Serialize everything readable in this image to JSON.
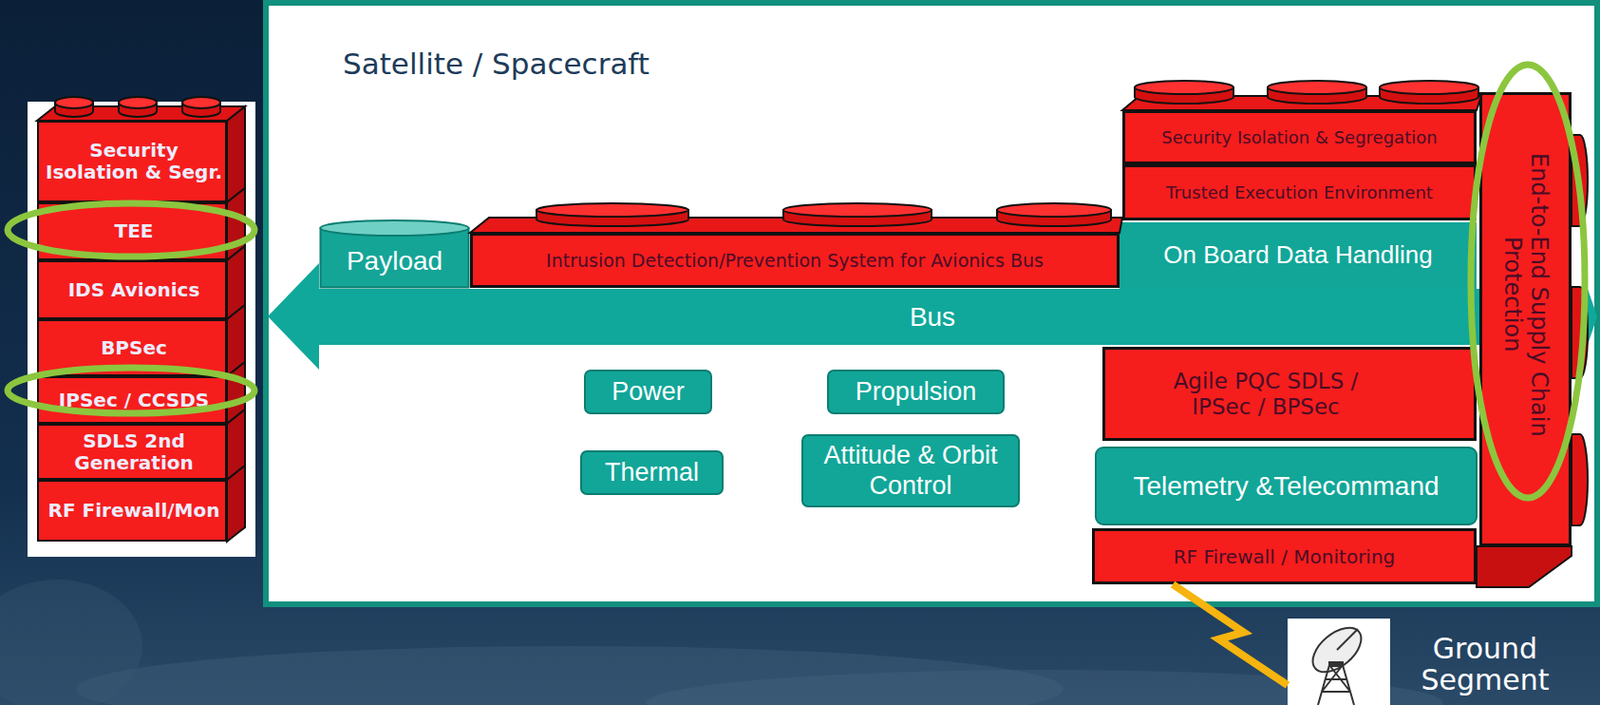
{
  "diagram": {
    "nodes": [
      {
        "text": [
          "Security Isolation & Segr."
        ]
      },
      {
        "text": [
          "TEE"
        ]
      },
      {
        "text": [
          "IDS Avionics"
        ]
      },
      {
        "text": [
          "BPSec"
        ]
      },
      {
        "text": [
          "IPSec / CCSDS"
        ]
      },
      {
        "text": [
          "SDLS 2nd Generation"
        ]
      },
      {
        "text": [
          "RF Firewall/Mon"
        ]
      },
      {
        "text": [
          "Satellite / Spacecraft"
        ]
      },
      {
        "text": [
          "Payload"
        ],
        "in": 7
      },
      {
        "text": [
          "Intrusion Detection/Prevention System for Avionics Bus"
        ],
        "in": 7
      },
      {
        "text": [
          "Security Isolation & Segregation"
        ],
        "in": 7
      },
      {
        "text": [
          "Trusted Execution Environment"
        ],
        "in": 7
      },
      {
        "text": [
          "On Board Data Handling"
        ],
        "in": 7
      },
      {
        "text": [
          "End-to-End Supply Chain Protection"
        ],
        "in": 7
      },
      {
        "text": [
          "Bus"
        ],
        "in": 7
      },
      {
        "text": [
          "Power"
        ],
        "in": 7
      },
      {
        "text": [
          "Propulsion"
        ],
        "in": 7
      },
      {
        "text": [
          "Thermal"
        ],
        "in": 7
      },
      {
        "text": [
          "Attitude & Orbit Control"
        ],
        "in": 7
      },
      {
        "text": [
          "Agile PQC SDLS / IPSec / BPSec"
        ],
        "in": 7
      },
      {
        "text": [
          "Telemetry &Telecommand"
        ],
        "in": 7
      },
      {
        "text": [
          "RF Firewall / Monitoring"
        ],
        "in": 7
      },
      {
        "text": [
          "Ground Segment"
        ]
      }
    ],
    "edges": [
      {
        "from": 21,
        "to": 22,
        "arrow": "none"
      }
    ]
  }
}
